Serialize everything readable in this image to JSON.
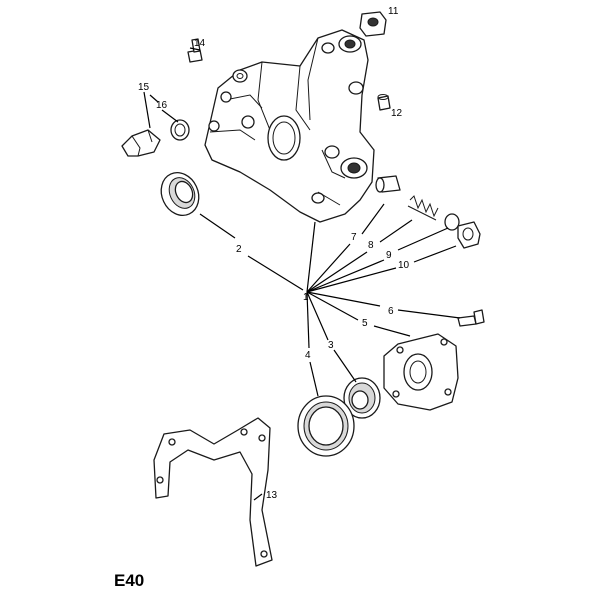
{
  "diagram": {
    "code": "E40",
    "callouts": [
      "1",
      "2",
      "3",
      "4",
      "5",
      "6",
      "7",
      "8",
      "9",
      "10",
      "11",
      "12",
      "13",
      "14",
      "15",
      "16"
    ]
  }
}
